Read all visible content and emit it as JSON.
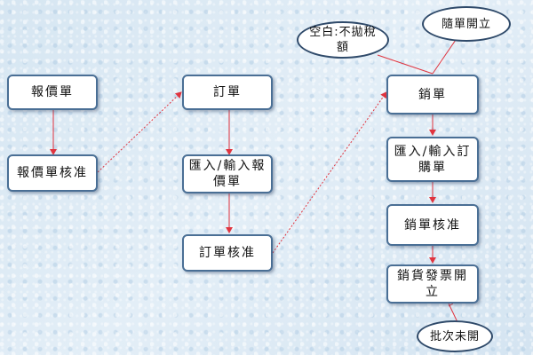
{
  "nodes": {
    "quote": "報價單",
    "quote_approve": "報價單核准",
    "order": "訂單",
    "import_quote": "匯入/輸入報價單",
    "order_approve": "訂單核准",
    "sales": "銷單",
    "import_purchase": "匯入/輸入訂購單",
    "sales_approve": "銷單核准",
    "invoice": "銷貨發票開立"
  },
  "notes": {
    "blank": "空白:不拋稅額",
    "with_order": "隨單開立",
    "batch": "批次未開"
  },
  "colors": {
    "node_border": "#4a6f95",
    "arrow": "#e0343f",
    "dashed": "#e0343f"
  }
}
